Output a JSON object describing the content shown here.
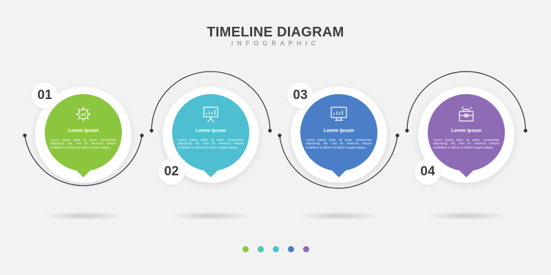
{
  "header": {
    "title": "TIMELINE DIAGRAM",
    "subtitle": "INFOGRAPHIC"
  },
  "steps": [
    {
      "number": "01",
      "label": "Lorem Ipsum",
      "text": "Lorem ipsum dolor sit amet, consectetur adipiscing elit, sed do eiusmod tempor incididunt ut labore et dolore magna aliqua.",
      "color": "#8cc63f",
      "icon": "gear-graph-icon"
    },
    {
      "number": "02",
      "label": "Lorem Ipsum",
      "text": "Lorem ipsum dolor sit amet, consectetur adipiscing elit, sed do eiusmod tempor incididunt ut labore et dolore magna aliqua.",
      "color": "#4dbfd0",
      "icon": "presentation-board-icon"
    },
    {
      "number": "03",
      "label": "Lorem Ipsum",
      "text": "Lorem ipsum dolor sit amet, consectetur adipiscing elit, sed do eiusmod tempor incididunt ut labore et dolore magna aliqua.",
      "color": "#4a7fc8",
      "icon": "monitor-chart-icon"
    },
    {
      "number": "04",
      "label": "Lorem Ipsum",
      "text": "Lorem ipsum dolor sit amet, consectetur adipiscing elit, sed do eiusmod tempor incididunt ut labore et dolore magna aliqua.",
      "color": "#8e6bb5",
      "icon": "briefcase-icon"
    }
  ],
  "palette": [
    "#8cc63f",
    "#4fc4b0",
    "#4dbfd0",
    "#4a7fc8",
    "#8e6bb5"
  ]
}
